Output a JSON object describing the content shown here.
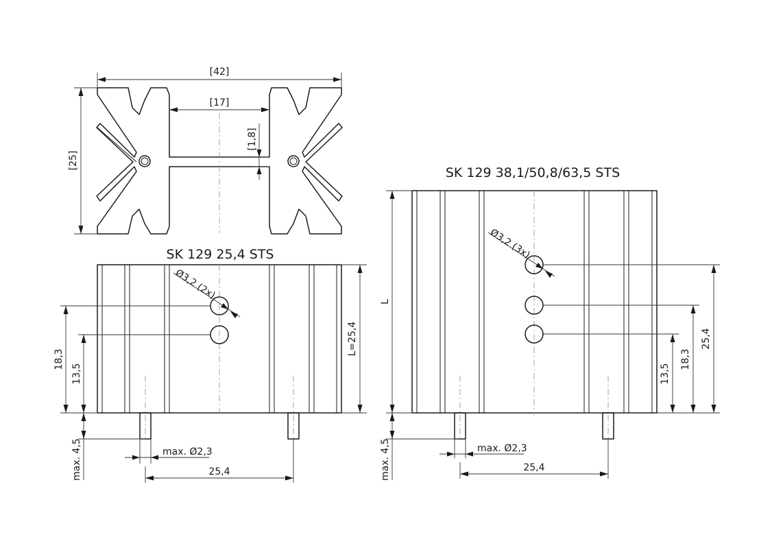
{
  "top_view": {
    "dim_width": "[42]",
    "dim_inner": "[17]",
    "dim_height": "[25]",
    "dim_thickness": "[1,8]"
  },
  "left_view": {
    "title": "SK 129 25,4 STS",
    "hole_label": "Ø3,2 (2x)",
    "dim_length": "L=25,4",
    "dim_a": "18,3",
    "dim_b": "13,5",
    "dim_pin_len": "max. 4,5",
    "dim_pin_dia": "max. Ø2,3",
    "dim_pin_pitch": "25,4"
  },
  "right_view": {
    "title": "SK 129 38,1/50,8/63,5 STS",
    "hole_label": "Ø3,2 (3x)",
    "dim_length": "L",
    "dim_a": "25,4",
    "dim_b": "18,3",
    "dim_c": "13,5",
    "dim_pin_len": "max. 4,5",
    "dim_pin_dia": "max. Ø2,3",
    "dim_pin_pitch": "25,4"
  }
}
